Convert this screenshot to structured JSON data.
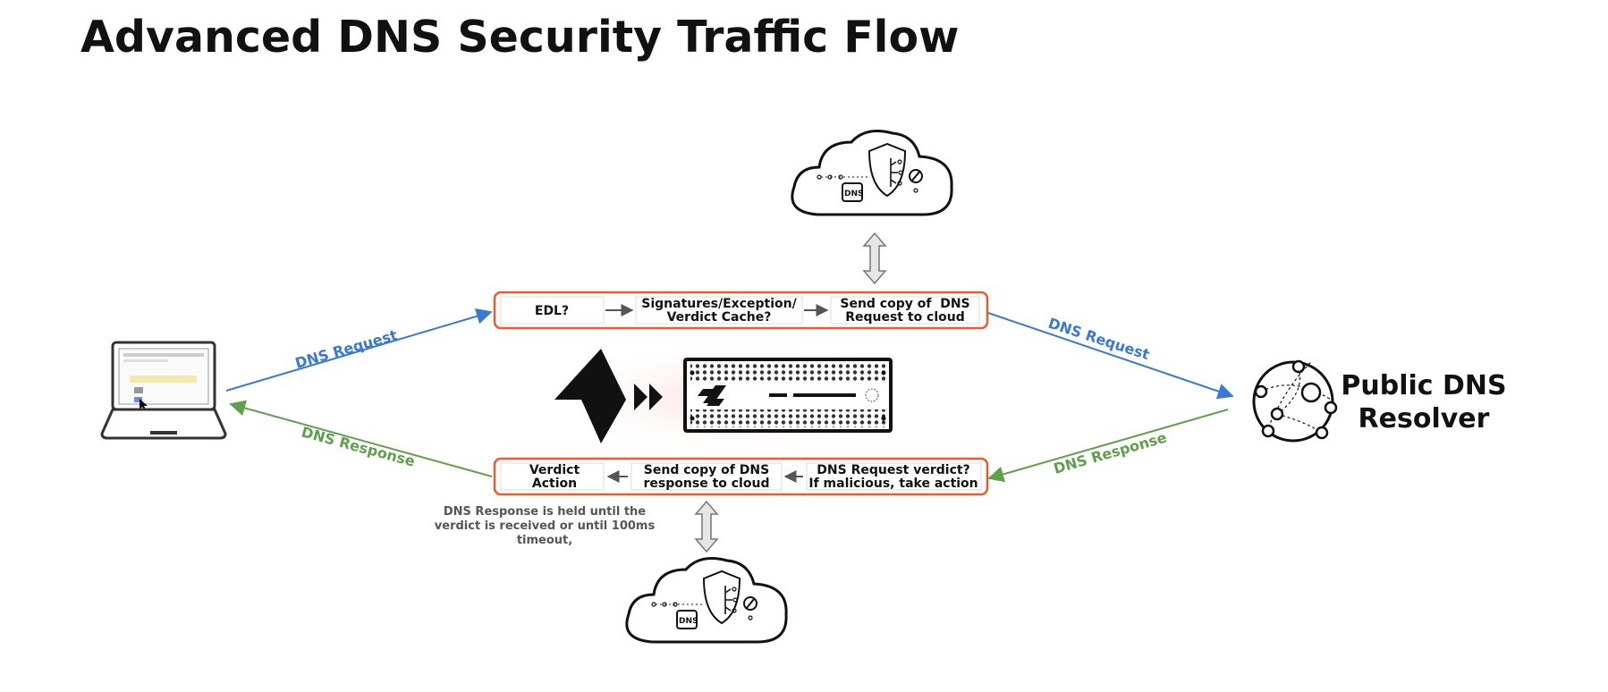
{
  "title": "Advanced DNS Security Traffic Flow",
  "request_pipeline": {
    "steps": [
      "EDL?",
      "Signatures/Exception/",
      "Verdict Cache?",
      "Send copy of  DNS",
      "Request to cloud"
    ]
  },
  "response_pipeline": {
    "steps": [
      "Verdict",
      "Action",
      "Send copy of DNS",
      "response to cloud",
      "DNS Request verdict?",
      "If malicious, take action"
    ]
  },
  "flows": {
    "request_left": "DNS Request",
    "request_right": "DNS Request",
    "response_left": "DNS Response",
    "response_right": "DNS Response"
  },
  "note": {
    "lines": [
      "DNS Response is held until the",
      "verdict is received or until 100ms",
      "timeout,"
    ]
  },
  "resolver": {
    "lines": [
      "Public DNS",
      "Resolver"
    ]
  },
  "cloud_badge": "DNS",
  "colors": {
    "request": "#3a78d6",
    "response": "#5ea14a",
    "box_border": "#ef5a2a"
  },
  "icons": [
    "laptop-icon",
    "cloud-security-icon",
    "firewall-appliance-icon",
    "prisma-logo-icon",
    "globe-network-icon",
    "double-arrow-icon"
  ]
}
